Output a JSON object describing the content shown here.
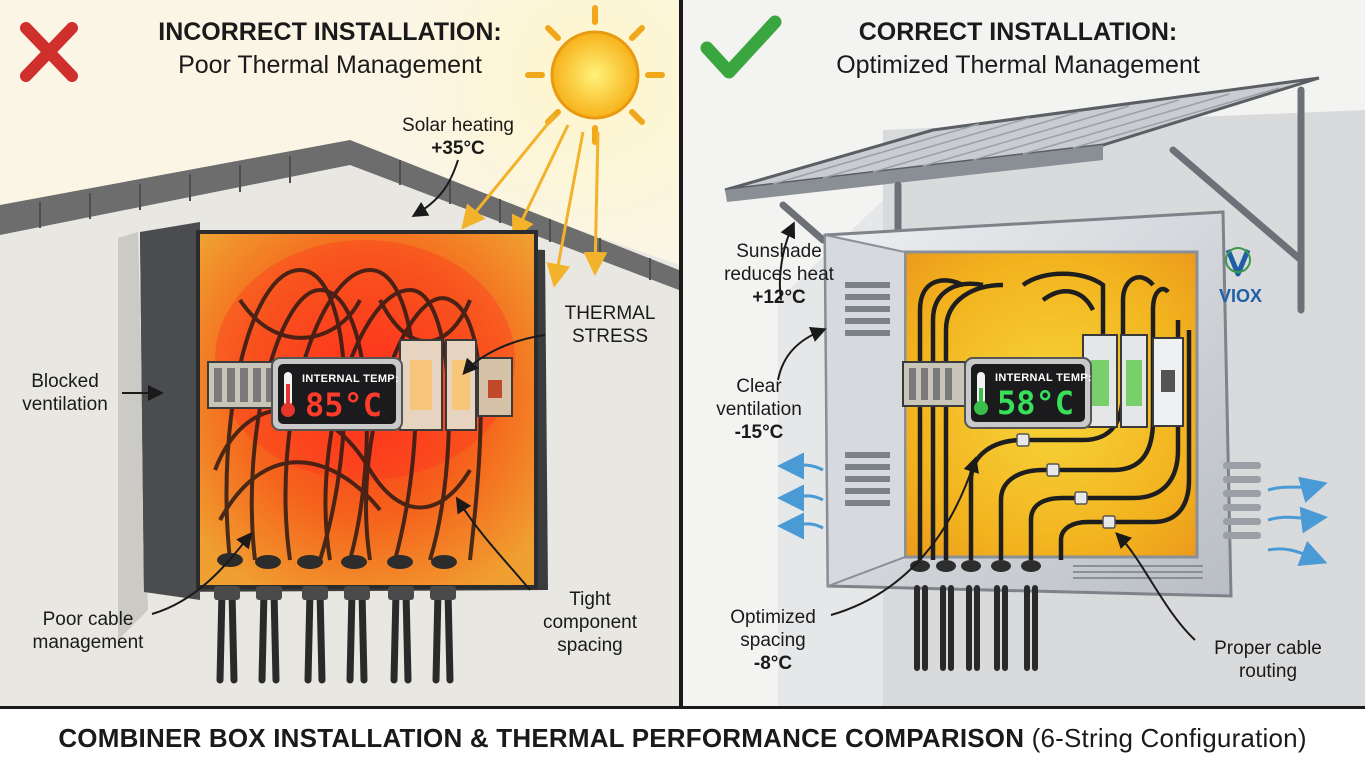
{
  "left": {
    "status_icon": "cross-icon",
    "title": "INCORRECT INSTALLATION:",
    "subtitle": "Poor Thermal Management",
    "solar": {
      "line1": "Solar heating",
      "line2": "+35°C"
    },
    "thermal_stress": {
      "line1": "THERMAL",
      "line2": "STRESS"
    },
    "blocked_ventilation": {
      "line1": "Blocked",
      "line2": "ventilation"
    },
    "poor_cable": {
      "line1": "Poor cable",
      "line2": "management"
    },
    "tight_spacing": {
      "line1": "Tight",
      "line2": "component",
      "line3": "spacing"
    },
    "display": {
      "label": "INTERNAL TEMP:",
      "value": "85°C",
      "color": "#ff3b2a"
    }
  },
  "right": {
    "status_icon": "check-icon",
    "title": "CORRECT INSTALLATION:",
    "subtitle": "Optimized Thermal Management",
    "sunshade": {
      "line1": "Sunshade",
      "line2": "reduces heat",
      "line3": "+12°C"
    },
    "clear_ventilation": {
      "line1": "Clear",
      "line2": "ventilation",
      "line3": "-15°C"
    },
    "optimized_spacing": {
      "line1": "Optimized",
      "line2": "spacing",
      "line3": "-8°C"
    },
    "proper_cable": {
      "line1": "Proper cable",
      "line2": "routing"
    },
    "display": {
      "label": "INTERNAL TEMP:",
      "value": "58°C",
      "color": "#38e05a"
    },
    "brand": "VIOX"
  },
  "footer": {
    "bold": "COMBINER BOX INSTALLATION & THERMAL PERFORMANCE COMPARISON",
    "light": "(6-String Configuration)"
  },
  "colors": {
    "incorrect_red": "#d0302c",
    "correct_green": "#3aa63f",
    "heat_orange": "#f06a1e",
    "cool_yellow": "#f4c21a",
    "airflow_blue": "#4a9ad6"
  }
}
